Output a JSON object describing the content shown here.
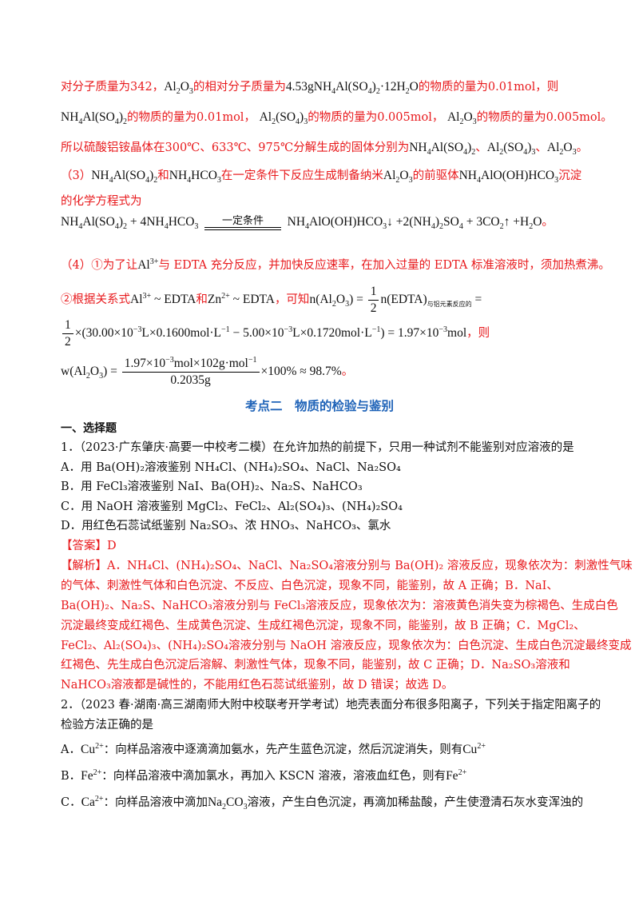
{
  "lines": {
    "l1_a": "对分子质量为342，",
    "l1_f1": "Al",
    "l1_f1s": "2",
    "l1_f1b": "O",
    "l1_f1bs": "3",
    "l1_b": "的相对分子质量为",
    "l1_f2": "4.53gNH",
    "l1_f2s": "4",
    "l1_f2b": "Al(SO",
    "l1_f2bs": "4",
    "l1_f2c": ")",
    "l1_f2cs": "2",
    "l1_f2d": "·12H",
    "l1_f2ds": "2",
    "l1_f2e": "O",
    "l1_c": "的物质的量为0.01mol，则",
    "l2_f1": "NH",
    "l2_f1s": "4",
    "l2_f1b": "Al(SO",
    "l2_f1bs": "4",
    "l2_f1c": ")",
    "l2_f1cs": "2",
    "l2_a": "的物质的量为0.01mol，",
    "l2_f2": "Al",
    "l2_f2s": "2",
    "l2_f2b": "(SO",
    "l2_f2bs": "4",
    "l2_f2c": ")",
    "l2_f2cs": "3",
    "l2_b": "的物质的量为0.005mol，",
    "l2_f3": "Al",
    "l2_f3s": "2",
    "l2_f3b": "O",
    "l2_f3bs": "3",
    "l2_c": "的物质的量为0.005mol。",
    "l3_a": "所以硫酸铝铵晶体在300℃、633℃、975℃分解生成的固体分别为",
    "l3_f1": "NH",
    "l3_f1s": "4",
    "l3_f1b": "Al(SO",
    "l3_f1bs": "4",
    "l3_f1c": ")",
    "l3_f1cs": "2",
    "l3_b": "、",
    "l3_f2": "Al",
    "l3_f2s": "2",
    "l3_f2b": "(SO",
    "l3_f2bs": "4",
    "l3_f2c": ")",
    "l3_f2cs": "3",
    "l3_c": "、",
    "l3_f3": "Al",
    "l3_f3s": "2",
    "l3_f3b": "O",
    "l3_f3bs": "3",
    "l3_d": "。",
    "l4_a": "（3）",
    "l4_f1": "NH",
    "l4_f1s": "4",
    "l4_f1b": "Al(SO",
    "l4_f1bs": "4",
    "l4_f1c": ")",
    "l4_f1cs": "2",
    "l4_b": "和",
    "l4_f2": "NH",
    "l4_f2s": "4",
    "l4_f2b": "HCO",
    "l4_f2bs": "3",
    "l4_c": "在一定条件下反应生成制备纳米",
    "l4_f3": "Al",
    "l4_f3s": "2",
    "l4_f3b": "O",
    "l4_f3bs": "3",
    "l4_d": "的前驱体",
    "l4_f4": "NH",
    "l4_f4s": "4",
    "l4_f4b": "AlO(OH)HCO",
    "l4_f4bs": "3",
    "l4_e": "沉淀",
    "l5": "的化学方程式为",
    "eq_left": "NH",
    "eq_lefts": "4",
    "eq_leftb": "Al(SO",
    "eq_leftbs": "4",
    "eq_leftc": ")",
    "eq_leftcs": "2",
    "eq_leftd": " + 4NH",
    "eq_leftds": "4",
    "eq_lefte": "HCO",
    "eq_leftes": "3",
    "eq_cond": "一定条件",
    "eq_r1": "NH",
    "eq_r1s": "4",
    "eq_r1b": "AlO(OH)HCO",
    "eq_r1bs": "3",
    "eq_r1c": "↓ +2(NH",
    "eq_r1cs": "4",
    "eq_r1d": ")",
    "eq_r1ds": "2",
    "eq_r1e": "SO",
    "eq_r1es": "4",
    "eq_r1f": " + 3CO",
    "eq_r1fs": "2",
    "eq_r1g": "↑ +H",
    "eq_r1gs": "2",
    "eq_r1h": "O",
    "eq_end": "。",
    "l7_a": "（4）①为了让",
    "l7_f1": "Al",
    "l7_f1s": "3+",
    "l7_b": "与 EDTA 充分反应，并加快反应速率，在加入过量的 EDTA 标准溶液时，须加热煮沸。",
    "l8_a": "②根据关系式",
    "l8_f1": "Al",
    "l8_f1s": "3+",
    "l8_f1b": " ~ EDTA",
    "l8_b": "和",
    "l8_f2": "Zn",
    "l8_f2s": "2+",
    "l8_f2b": " ~ EDTA",
    "l8_c": "，可知",
    "l8_f3": "n(Al",
    "l8_f3s": "2",
    "l8_f3b": "O",
    "l8_f3bs": "3",
    "l8_f3c": ") = ",
    "l8_fracn": "1",
    "l8_fracd": "2",
    "l8_f4": "n(EDTA)",
    "l8_f4s": "与铝元素反应的",
    "l8_f4b": " =",
    "l9_fracn": "1",
    "l9_fracd": "2",
    "l9_f1": "×(30.00×10",
    "l9_f1s": "−3",
    "l9_f1b": "L×0.1600mol·L",
    "l9_f1bs": "−1",
    "l9_f1c": " − 5.00×10",
    "l9_f1cs": "−3",
    "l9_f1d": "L×0.1720mol·L",
    "l9_f1ds": "−1",
    "l9_f1e": ") = 1.97×10",
    "l9_f1es": "−3",
    "l9_f1f": "mol",
    "l9_a": "，则",
    "l10_f1": "w(Al",
    "l10_f1s": "2",
    "l10_f1b": "O",
    "l10_f1bs": "3",
    "l10_f1c": ") = ",
    "l10_num": "1.97×10",
    "l10_nums": "−3",
    "l10_numb": "mol×102g·mol",
    "l10_numbs": "−1",
    "l10_den": "0.2035g",
    "l10_f2": "×100% ≈ 98.7%",
    "l10_a": "。"
  },
  "heading": "考点二　物质的检验与鉴别",
  "section": "一、选择题",
  "q1": {
    "stem": "1．（2023·广东肇庆·高要一中校考二模）在允许加热的前提下，只用一种试剂不能鉴别对应溶液的是",
    "a": "A．用 Ba(OH)₂溶液鉴别 NH₄Cl、(NH₄)₂SO₄、NaCl、Na₂SO₄",
    "b": "B．用 FeCl₃溶液鉴别 NaI、Ba(OH)₂、Na₂S、NaHCO₃",
    "c": "C．用 NaOH 溶液鉴别 MgCl₂、FeCl₂、Al₂(SO₄)₃、(NH₄)₂SO₄",
    "d": "D．用红色石蕊试纸鉴别 Na₂SO₃、浓 HNO₃、NaHCO₃、氯水",
    "answer": "【答案】D",
    "ex_label": "【解析】",
    "ex1": "A．NH₄Cl、(NH₄)₂SO₄、NaCl、Na₂SO₄溶液分别与 Ba(OH)₂ 溶液反应，现象依次为：刺激性气味",
    "ex2": "的气体、刺激性气体和白色沉淀、不反应、白色沉淀，现象不同，能鉴别，故 A 正确；B．NaI、",
    "ex3": "Ba(OH)₂、Na₂S、NaHCO₃溶液分别与 FeCl₃溶液反应，现象依次为：溶液黄色消失变为棕褐色、生成白色",
    "ex4": "沉淀最终变成红褐色、生成黄色沉淀、生成红褐色沉淀，现象不同，能鉴别，故 B 正确；C．MgCl₂、",
    "ex5": "FeCl₂、Al₂(SO₄)₃、(NH₄)₂SO₄溶液分别与 NaOH 溶液反应，现象依次为：白色沉淀、生成白色沉淀最终变成",
    "ex6": "红褐色、先生成白色沉淀后溶解、刺激性气体，现象不同，能鉴别，故 C 正确；D．Na₂SO₃溶液和",
    "ex7": "NaHCO₃溶液都是碱性的，不能用红色石蕊试纸鉴别，故 D 错误；故选 D。"
  },
  "q2": {
    "stem1": "2．（2023 春·湖南·高三湖南师大附中校联考开学考试）地壳表面分布很多阳离子，下列关于指定阳离子的",
    "stem2": "检验方法正确的是",
    "a_pre": "A．",
    "a_ion": "Cu",
    "a_ions": "2+",
    "a_txt": "：向样品溶液中逐滴滴加氨水，先产生蓝色沉淀，然后沉淀消失，则有",
    "a_ion2": "Cu",
    "a_ion2s": "2+",
    "b_pre": "B．",
    "b_ion": "Fe",
    "b_ions": "2+",
    "b_txt": "：向样品溶液中滴加氯水，再加入 KSCN 溶液，溶液血红色，则有",
    "b_ion2": "Fe",
    "b_ion2s": "2+",
    "c_pre": "C．",
    "c_ion": "Ca",
    "c_ions": "2+",
    "c_txt1": "：向样品溶液中滴加",
    "c_f": "Na",
    "c_fs": "2",
    "c_fb": "CO",
    "c_fbs": "3",
    "c_txt2": "溶液，产生白色沉淀，再滴加稀盐酸，产生使澄清石灰水变浑浊的"
  },
  "colors": {
    "answer_red": "#e8191c",
    "heading_blue": "#1f63b8",
    "text": "#111111"
  }
}
